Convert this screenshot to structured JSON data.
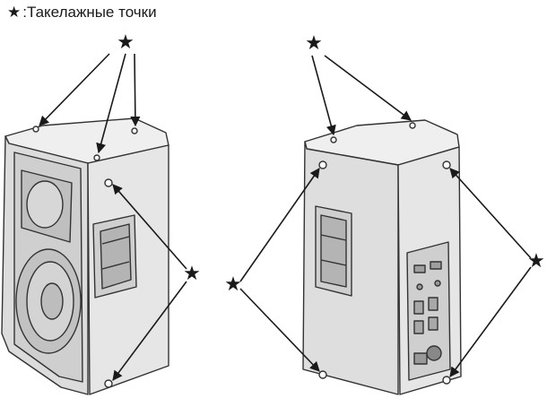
{
  "legend": {
    "symbol": "★",
    "text": ":Такелажные точки"
  },
  "figures": [
    {
      "view": "front",
      "rigging_markers": 2
    },
    {
      "view": "rear",
      "rigging_markers": 3
    }
  ],
  "colors": {
    "line": "#1a1a1a",
    "cabinet_light": "#ececec",
    "cabinet_mid": "#d8d8d8",
    "cabinet_dark": "#bcbcbc"
  }
}
